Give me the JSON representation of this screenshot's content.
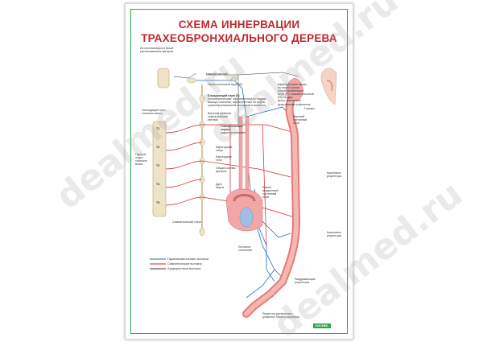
{
  "title": {
    "line1": "СХЕМА ИННЕРВАЦИИ",
    "line2": "ТРАХЕОБРОНХИАЛЬНОГО ДЕРЕВА"
  },
  "labels": {
    "hypothalamus": "Из гипоталамуса и выше\nрасположенных центров",
    "inferior_ganglion": "Нижний ганглий",
    "glossopharyngeal": "Языкоглоточный нерв (IX)",
    "afferent_nose": "Афферентные нервы\nиз носа и глотки\n(через тройничный\nнерв (V) и языкоглоточный\n(IX) нервы)\nмогут тоже иметь\nдыхательные рефлексы",
    "descending_spinal": "Нисходящие пути\nспинного мозга",
    "vagus": "Блуждающий нерв (X)",
    "vagus_desc": "(холинергические, эфферентные в гладкие мышцы и железы, афферентные из аорты, трахеобронхиальной слизистой и альвеол)",
    "upper_cervical": "Верхний шейный\nсимпатический\nганглий",
    "sympathetic_nerves": "Симпатические\nнервы",
    "sympathetic_nerves_desc": "(адренергические)",
    "carotid_sinus": "Каротидный\nсинус",
    "carotid_body": "Каротидное\nтело",
    "common_carotid": "Общая сонная\nартерия",
    "thoracic_cord": "Грудной\nотдел\nспинного\nмозга",
    "aortic_arch": "Дуга\nаорты",
    "recurrent_laryngeal": "Левый\nвозвратный\nгортанный\nнерв",
    "superior_laryngeal": "Верхний\nгортанный\nнерв",
    "larynx": "Гортань",
    "cough_receptors_1": "Кашлевые\nрецепторы",
    "cough_receptors_2": "Кашлевые\nрецепторы",
    "sympathetic_trunk": "Симпатический ствол",
    "pulmonary_plexus": "Легочное\nсплетение",
    "irritant_receptors": "Раздражающие\nрецепторы",
    "stretch_receptor": "Рецептор растяжения\n(рефлекс Геринга-Брейера)",
    "t1": "T1",
    "t2": "T2",
    "t3": "T3",
    "t4": "T4",
    "t5": "T5"
  },
  "legend": [
    {
      "label": "Парасимпатические волокна",
      "color": "#2c6fb8"
    },
    {
      "label": "Симпатические волокна",
      "color": "#d2232a"
    },
    {
      "label": "Афферентные волокна",
      "color": "#333333"
    }
  ],
  "logo": "DOCMED",
  "watermark": "dealmed.ru",
  "colors": {
    "title": "#c2272d",
    "frame": "#2aa84a",
    "sympathetic": "#d2232a",
    "parasympathetic": "#2c6fb8",
    "afferent": "#333333",
    "tissue": "#f2a6a6",
    "spine": "#efe3c7"
  }
}
